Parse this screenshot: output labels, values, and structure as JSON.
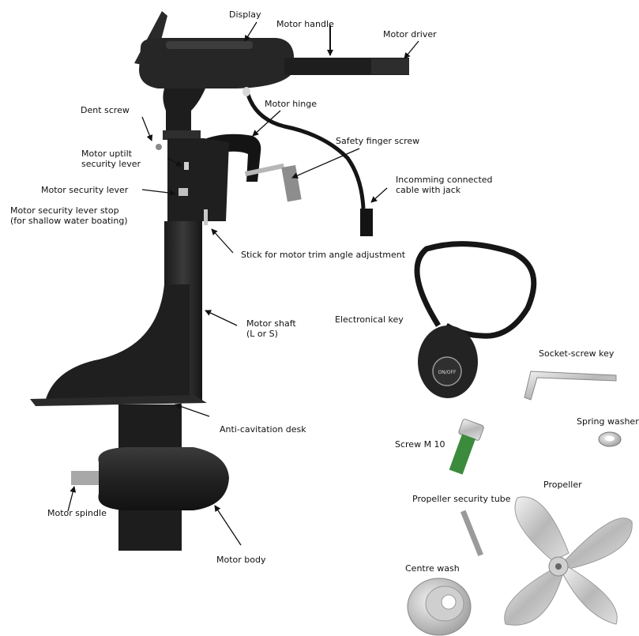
{
  "labels": {
    "display": "Display",
    "motor_handle": "Motor handle",
    "motor_driver": "Motor driver",
    "dent_screw": "Dent screw",
    "motor_hinge": "Motor hinge",
    "safety_finger_screw": "Safety finger screw",
    "uptilt_line1": "Motor uptilt",
    "uptilt_line2": "security lever",
    "security_lever": "Motor security lever",
    "lever_stop_line1": "Motor security lever stop",
    "lever_stop_line2": "(for shallow water boating)",
    "cable_line1": "Incomming connected",
    "cable_line2": "cable with jack",
    "trim_stick": "Stick for motor trim angle adjustment",
    "shaft_line1": "Motor shaft",
    "shaft_line2": "(L or S)",
    "electronical_key": "Electronical key",
    "socket_screw_key": "Socket-screw key",
    "anti_cavitation": "Anti-cavitation desk",
    "spring_washer": "Spring washer",
    "screw_m10": "Screw M 10",
    "motor_spindle": "Motor spindle",
    "propeller": "Propeller",
    "propeller_tube": "Propeller security tube",
    "motor_body": "Motor body",
    "centre_wash": "Centre wash",
    "key_button": "ON/OFF"
  }
}
